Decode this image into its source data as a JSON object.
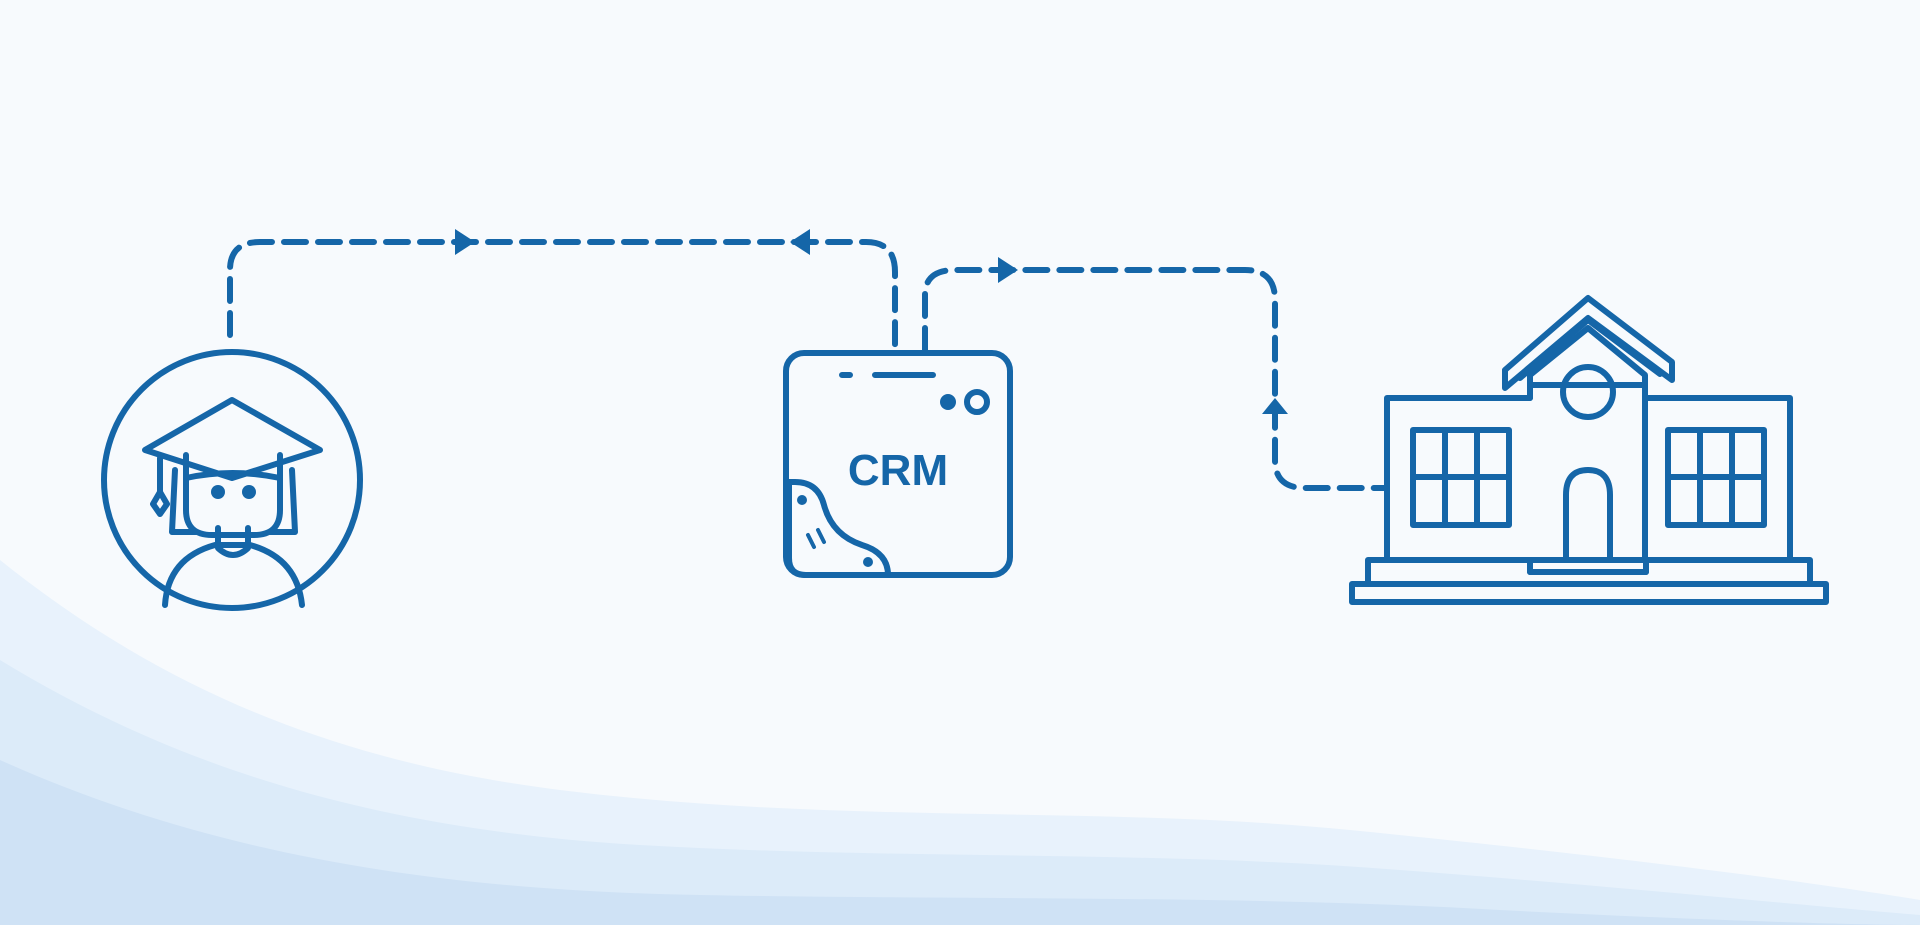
{
  "colors": {
    "background": "#f7fafd",
    "line": "#1566a8",
    "fill": "#e3ecf6",
    "wave_light": "#e8f2fc",
    "wave_mid": "#dcebf9",
    "wave_dark": "#cfe2f5"
  },
  "nodes": {
    "student": {
      "icon": "student-graduate-icon"
    },
    "crm": {
      "label": "CRM",
      "icon": "crm-device-icon"
    },
    "school": {
      "icon": "school-building-icon"
    }
  },
  "connectors": [
    {
      "from": "student",
      "to": "crm",
      "direction": "forward"
    },
    {
      "from": "crm",
      "to": "student",
      "direction": "back"
    },
    {
      "from": "crm",
      "to": "school",
      "direction": "forward"
    },
    {
      "from": "school",
      "to": "crm",
      "direction": "back"
    }
  ]
}
